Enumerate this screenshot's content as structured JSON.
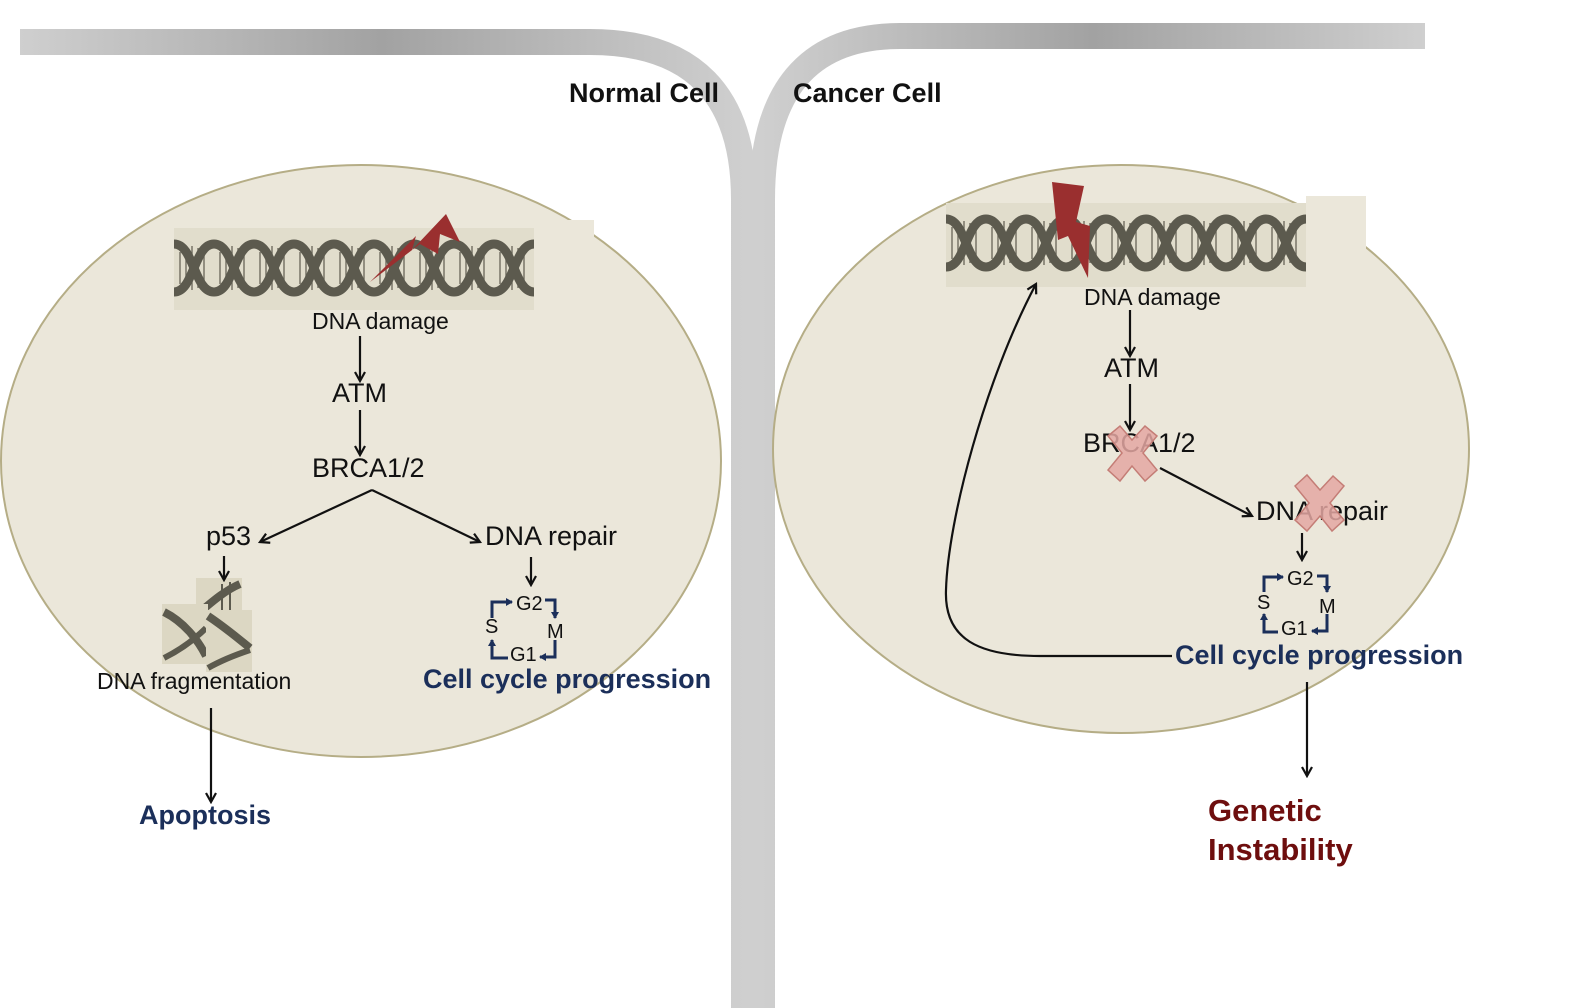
{
  "titles": {
    "left": "Normal Cell",
    "right": "Cancer Cell"
  },
  "normal": {
    "dna_damage": "DNA damage",
    "atm": "ATM",
    "brca": "BRCA1/2",
    "p53": "p53",
    "dna_repair": "DNA repair",
    "dna_fragmentation": "DNA fragmentation",
    "cell_cycle": "Cell cycle progression",
    "apoptosis": "Apoptosis",
    "phases": {
      "g2": "G2",
      "m": "M",
      "g1": "G1",
      "s": "S"
    }
  },
  "cancer": {
    "dna_damage": "DNA damage",
    "atm": "ATM",
    "brca": "BRCA1/2",
    "dna_repair": "DNA repair",
    "cell_cycle": "Cell cycle progression",
    "outcome": "Genetic Instability",
    "phases": {
      "g2": "G2",
      "m": "M",
      "g1": "G1",
      "s": "S"
    }
  },
  "colors": {
    "cell_fill": "#ebe7da",
    "cell_stroke": "#b5ad86",
    "membrane": "#a9a9a9",
    "dna_strand": "#5c5a4e",
    "lightning": "#9a2f2f",
    "blocked_x": "#e4a7a2",
    "blue_text": "#1b2f5a",
    "red_text": "#6e0e0e"
  }
}
